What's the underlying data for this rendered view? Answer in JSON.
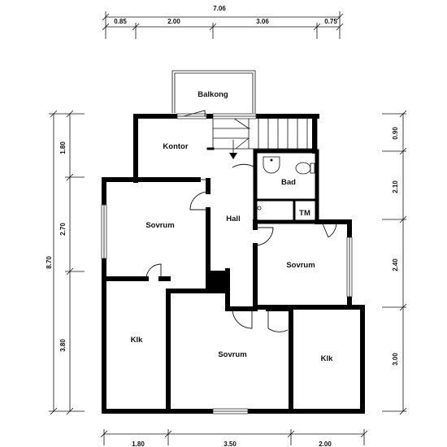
{
  "dimensions": {
    "top_total": "7.06",
    "top_segments": [
      "0.85",
      "2.00",
      "3.06",
      "0.75"
    ],
    "left_total": "8.70",
    "left_segments": [
      "1.80",
      "2.70",
      "3.80"
    ],
    "right_segments": [
      "0.90",
      "2.10",
      "2.40",
      "3.00"
    ],
    "bottom_segments": [
      "1.80",
      "3.50",
      "2.00"
    ]
  },
  "rooms": {
    "balkong": "Balkong",
    "kontor": "Kontor",
    "bad": "Bad",
    "tm": "TM",
    "hall": "Hall",
    "sovrum_left": "Sovrum",
    "sovrum_right": "Sovrum",
    "sovrum_bottom": "Sovrum",
    "klk_left": "Klk",
    "klk_right": "Klk"
  }
}
